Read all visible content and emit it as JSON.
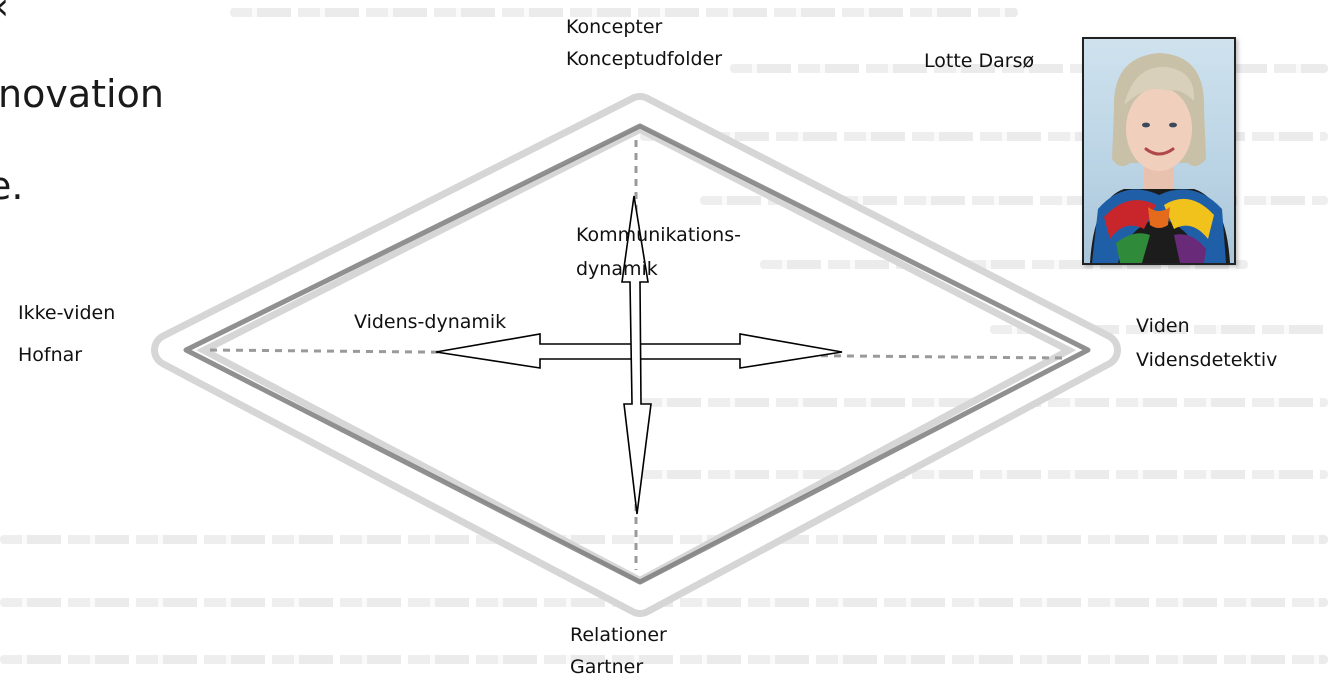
{
  "slide_text": {
    "line1": "‹",
    "line2": "novation",
    "line3": "e."
  },
  "nodes": {
    "top": {
      "line1": "Koncepter",
      "line2": "Konceptudfolder"
    },
    "left": {
      "line1": "Ikke-viden",
      "line2": "Hofnar"
    },
    "right": {
      "line1": "Viden",
      "line2": "Vidensdetektiv"
    },
    "bottom": {
      "line1": "Relationer",
      "line2": "Gartner"
    }
  },
  "axes": {
    "vertical_line1": "Kommunikations-",
    "vertical_line2": "dynamik",
    "horizontal": "Videns-dynamik"
  },
  "portrait": {
    "caption": "Lotte Darsø"
  },
  "colors": {
    "frame_outer": "#d4d4d4",
    "frame_inner": "#7d7d7d",
    "dotted_axis": "#9a9a9a",
    "arrow": "#000000",
    "scarf": [
      "#c8262a",
      "#1f5fa8",
      "#2f8a3a",
      "#f0c21b",
      "#6a2a7a"
    ]
  }
}
